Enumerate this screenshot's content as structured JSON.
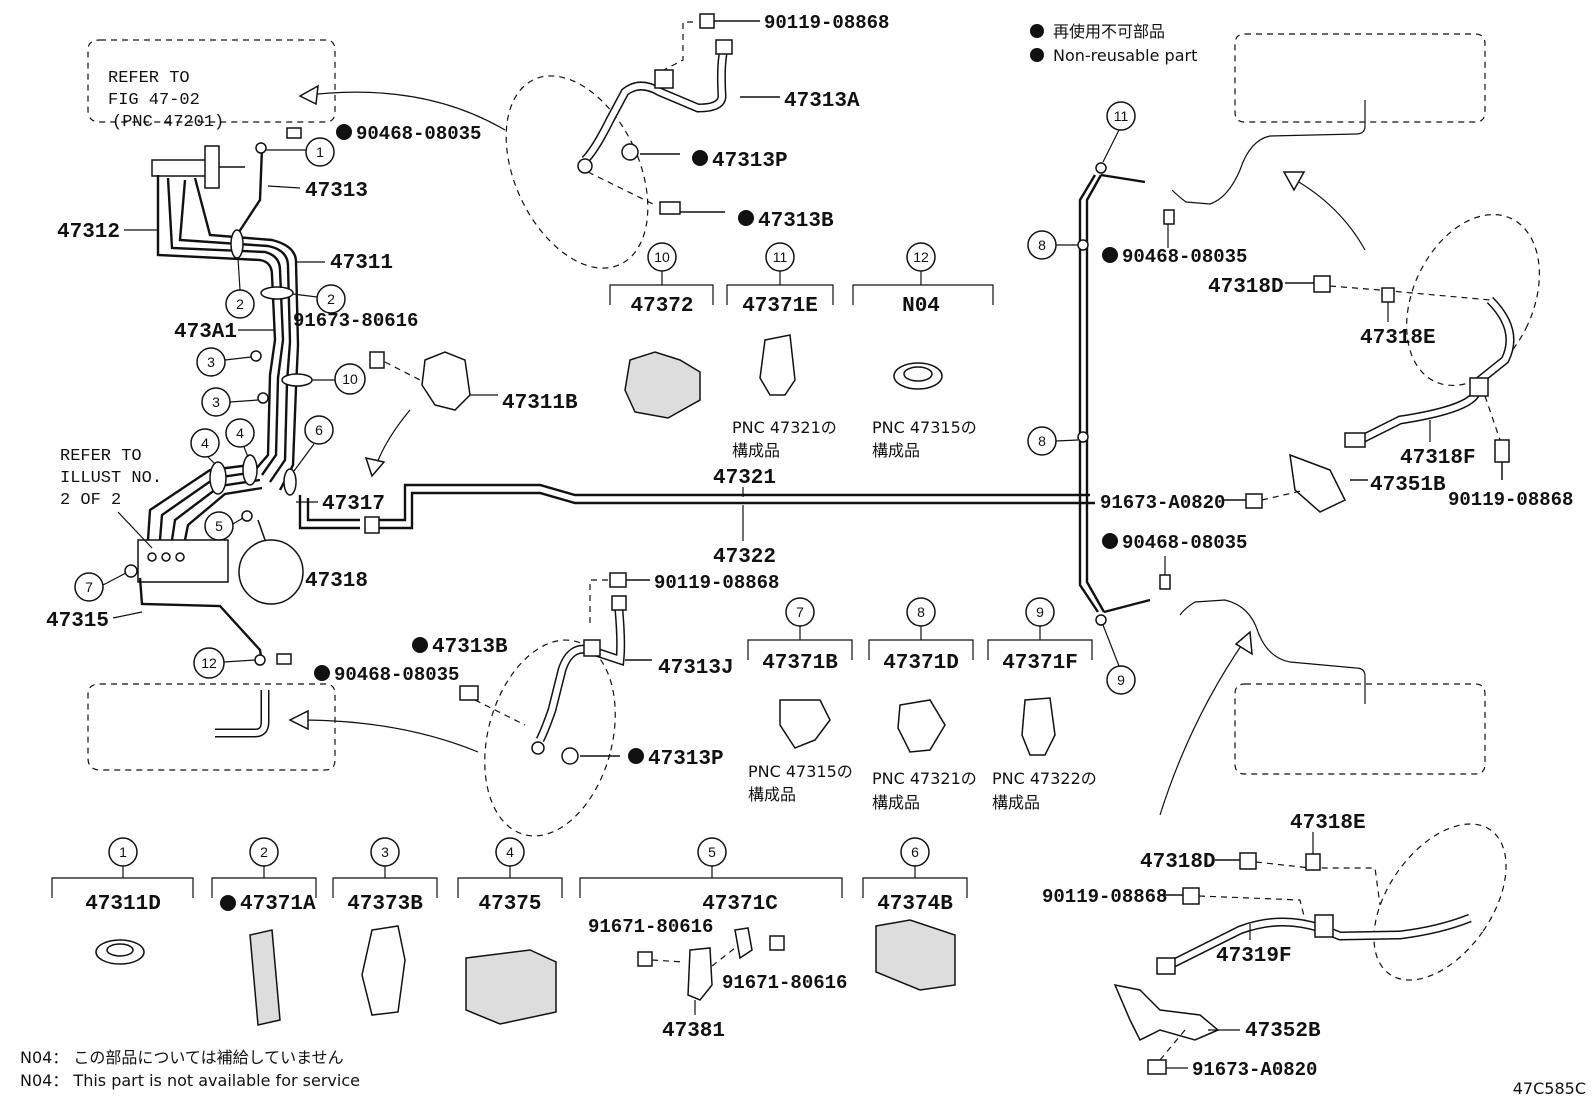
{
  "legend": {
    "non_reusable_jp": "再使用不可部品",
    "non_reusable_en": "Non-reusable part"
  },
  "refs": {
    "top_left_l1": "REFER TO",
    "top_left_l2": "FIG 47-02",
    "top_left_l3": "(PNC 47201)",
    "illust_l1": "REFER TO",
    "illust_l2": "ILLUST NO.",
    "illust_l3": "2 OF 2"
  },
  "parts": {
    "p90119_top": "90119-08868",
    "p47313A": "47313A",
    "p47313P_top": "47313P",
    "p47313B_top": "47313B",
    "p90468_tl": "90468-08035",
    "p47313": "47313",
    "p47312": "47312",
    "p47311": "47311",
    "p473A1": "473A1",
    "p91673_80616": "91673-80616",
    "p47311B": "47311B",
    "p47317": "47317",
    "p47318": "47318",
    "p47315": "47315",
    "p90468_bl": "90468-08035",
    "p47321": "47321",
    "p47322": "47322",
    "p47313B_bot": "47313B",
    "p90119_mid": "90119-08868",
    "p47313J": "47313J",
    "p47313P_bot": "47313P",
    "p90468_r1": "90468-08035",
    "p90468_r2": "90468-08035",
    "p47318D_top": "47318D",
    "p47318E_top": "47318E",
    "p47318F": "47318F",
    "p91673_A0820_mid": "91673-A0820",
    "p47351B": "47351B",
    "p90119_right": "90119-08868",
    "p47318E_bot": "47318E",
    "p47318D_bot": "47318D",
    "p90119_bot": "90119-08868",
    "p47319F": "47319F",
    "p47352B": "47352B",
    "p91673_A0820_bot": "91673-A0820"
  },
  "groups": {
    "g10_num": "10",
    "g10_part": "47372",
    "g11_num": "11",
    "g11_part": "47371E",
    "g11_note1": "PNC 47321の",
    "g11_note2": "構成品",
    "g12_num": "12",
    "g12_part": "N04",
    "g12_note1": "PNC 47315の",
    "g12_note2": "構成品",
    "g7_num": "7",
    "g7_part": "47371B",
    "g7_note1": "PNC 47315の",
    "g7_note2": "構成品",
    "g8_num": "8",
    "g8_part": "47371D",
    "g8_note1": "PNC 47321の",
    "g8_note2": "構成品",
    "g9_num": "9",
    "g9_part": "47371F",
    "g9_note1": "PNC 47322の",
    "g9_note2": "構成品",
    "g1_num": "1",
    "g1_part": "47311D",
    "g2_num": "2",
    "g2_part": "47371A",
    "g3_num": "3",
    "g3_part": "47373B",
    "g4_num": "4",
    "g4_part": "47375",
    "g5_num": "5",
    "g5_part": "47371C",
    "g5_sub1": "91671-80616",
    "g5_sub2": "91671-80616",
    "g5_sub3": "47381",
    "g6_num": "6",
    "g6_part": "47374B"
  },
  "callouts": {
    "c1": "1",
    "c2a": "2",
    "c2b": "2",
    "c3a": "3",
    "c3b": "3",
    "c4a": "4",
    "c4b": "4",
    "c5": "5",
    "c6": "6",
    "c7": "7",
    "c10": "10",
    "c12": "12",
    "c11r": "11",
    "c8a": "8",
    "c8b": "8",
    "c9r": "9"
  },
  "footer": {
    "note_jp": "N04：  この部品については補給していません",
    "note_en": "N04：  This part is not available for service",
    "code": "47C585C"
  }
}
